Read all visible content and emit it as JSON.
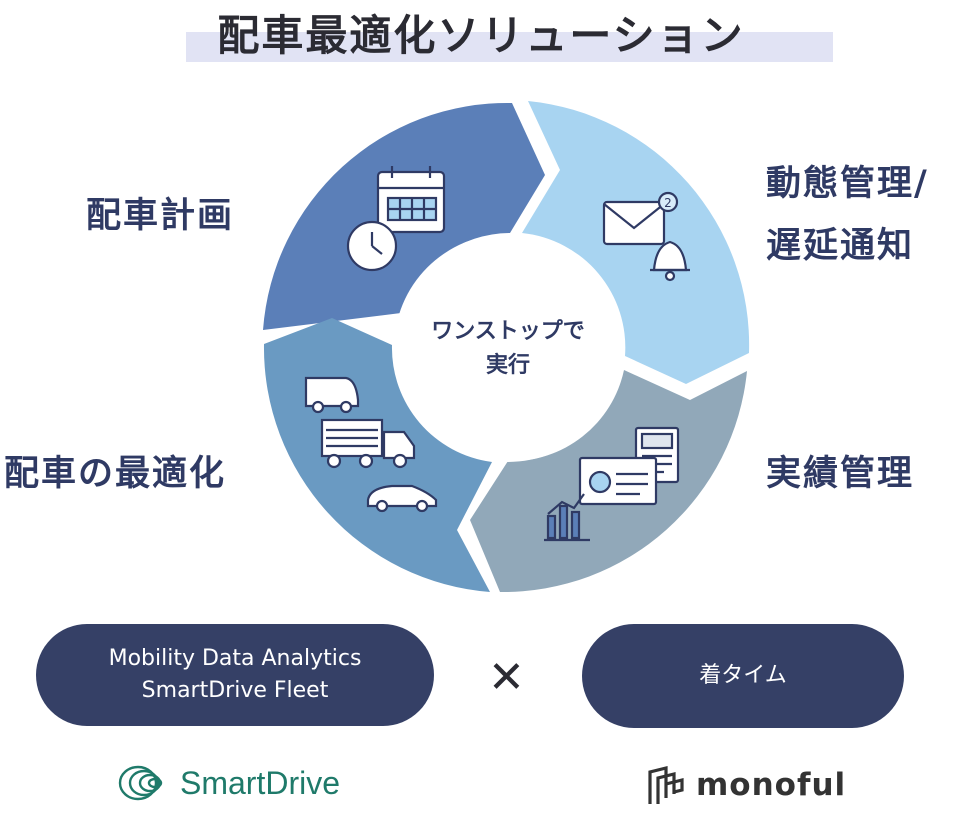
{
  "title": "配車最適化ソリューション",
  "center": {
    "line1": "ワンストップで",
    "line2": "実行"
  },
  "segments": [
    {
      "label": "配車計画",
      "color": "#5b7fb8",
      "icon": "calendar-clock-icon"
    },
    {
      "label_line1": "動態管理/",
      "label_line2": "遅延通知",
      "color": "#a8d4f1",
      "icon": "mail-bell-icon",
      "badge": "2"
    },
    {
      "label": "実績管理",
      "color": "#91a8b9",
      "icon": "report-chart-icon"
    },
    {
      "label": "配車の最適化",
      "color": "#6a9ac2",
      "icon": "vehicles-icon"
    }
  ],
  "bottom": {
    "left_pill": {
      "line1": "Mobility Data Analytics",
      "line2": "SmartDrive Fleet"
    },
    "times": "✕",
    "right_pill": {
      "label": "着タイム"
    },
    "left_logo": {
      "text": "SmartDrive",
      "color": "#1f7a6a"
    },
    "right_logo": {
      "text": "monoful",
      "color": "#333333"
    }
  }
}
